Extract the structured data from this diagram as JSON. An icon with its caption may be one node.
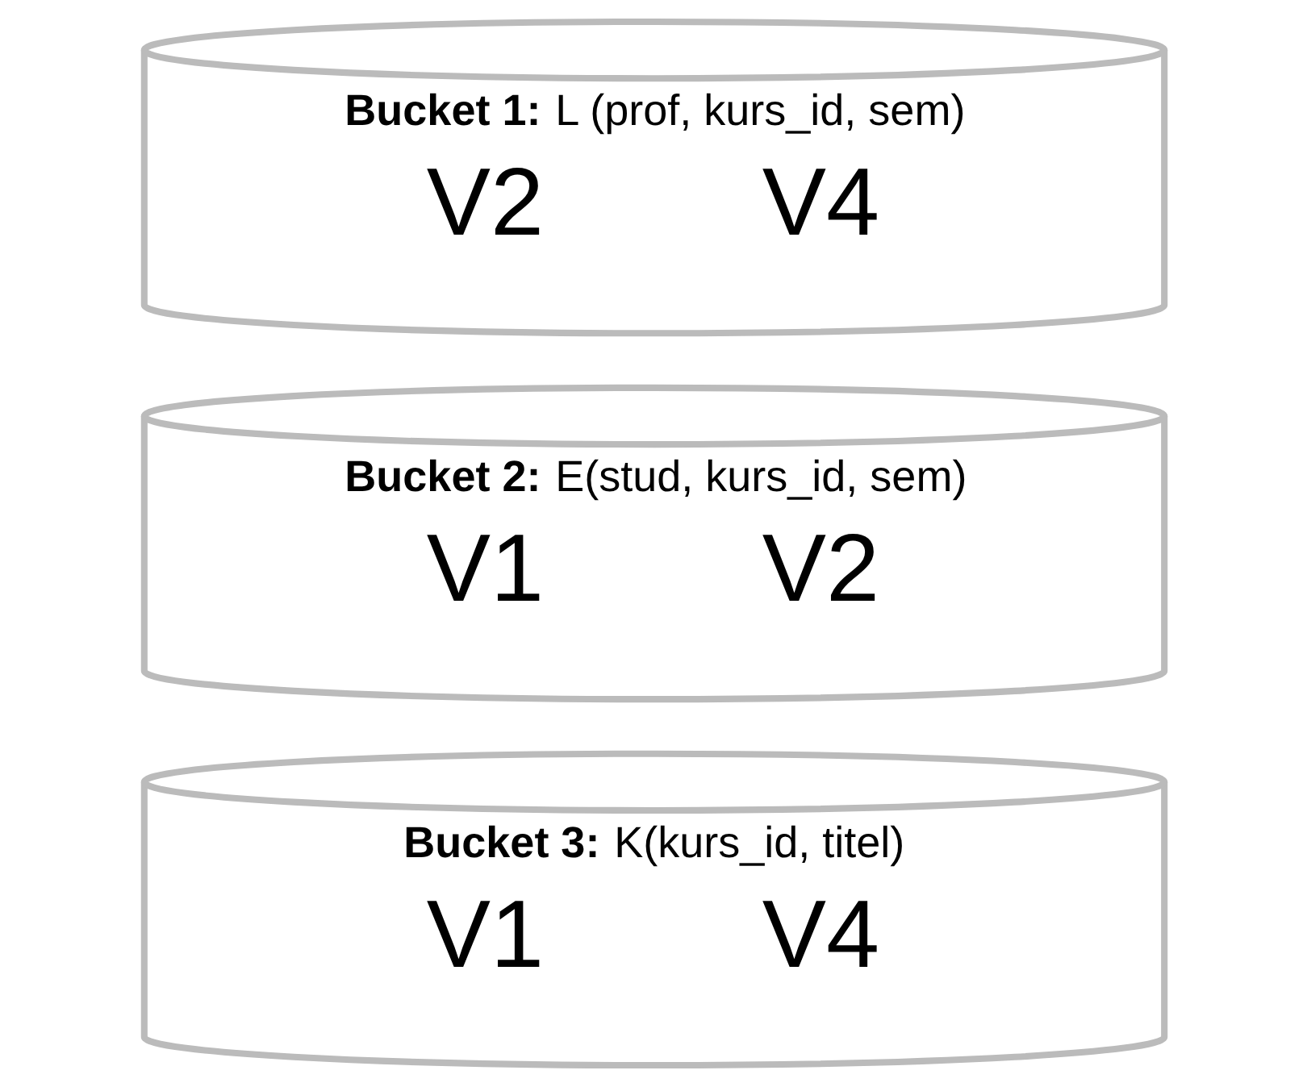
{
  "diagram": {
    "nodes": [
      {
        "text": [
          "**Bucket 1:** L (prof, kurs_id, sem)",
          "V2",
          "V4"
        ]
      },
      {
        "text": [
          "**Bucket 2:** E(stud, kurs_id, sem)",
          "V1",
          "V2"
        ]
      },
      {
        "text": [
          "**Bucket 3:** K(kurs_id, titel)",
          "V1",
          "V4"
        ]
      }
    ]
  }
}
